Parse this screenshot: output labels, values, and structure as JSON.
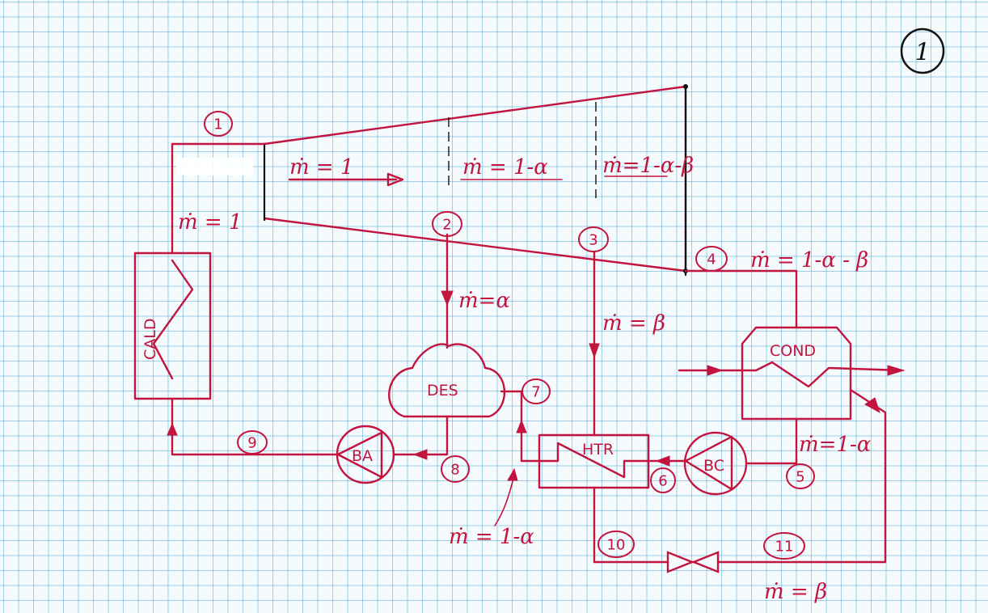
{
  "page_marker": "1",
  "components": {
    "boiler": "CALD",
    "deaerator": "DES",
    "heater": "HTR",
    "condenser": "COND",
    "pump_feed": "BA",
    "pump_condensate": "BC"
  },
  "states": [
    "1",
    "2",
    "3",
    "4",
    "5",
    "6",
    "7",
    "8",
    "9",
    "10",
    "11"
  ],
  "flows": {
    "boiler_out": "ṁ = 1",
    "turbine_in": "ṁ = 1",
    "turbine_mid": "ṁ = 1-α",
    "turbine_end": "ṁ=1-α-β",
    "extraction_2": "ṁ=α",
    "extraction_3": "ṁ = β",
    "turbine_exhaust": "ṁ = 1-α - β",
    "condensate": "ṁ=1-α",
    "heater_out": "ṁ = 1-α",
    "drain": "ṁ = β"
  }
}
